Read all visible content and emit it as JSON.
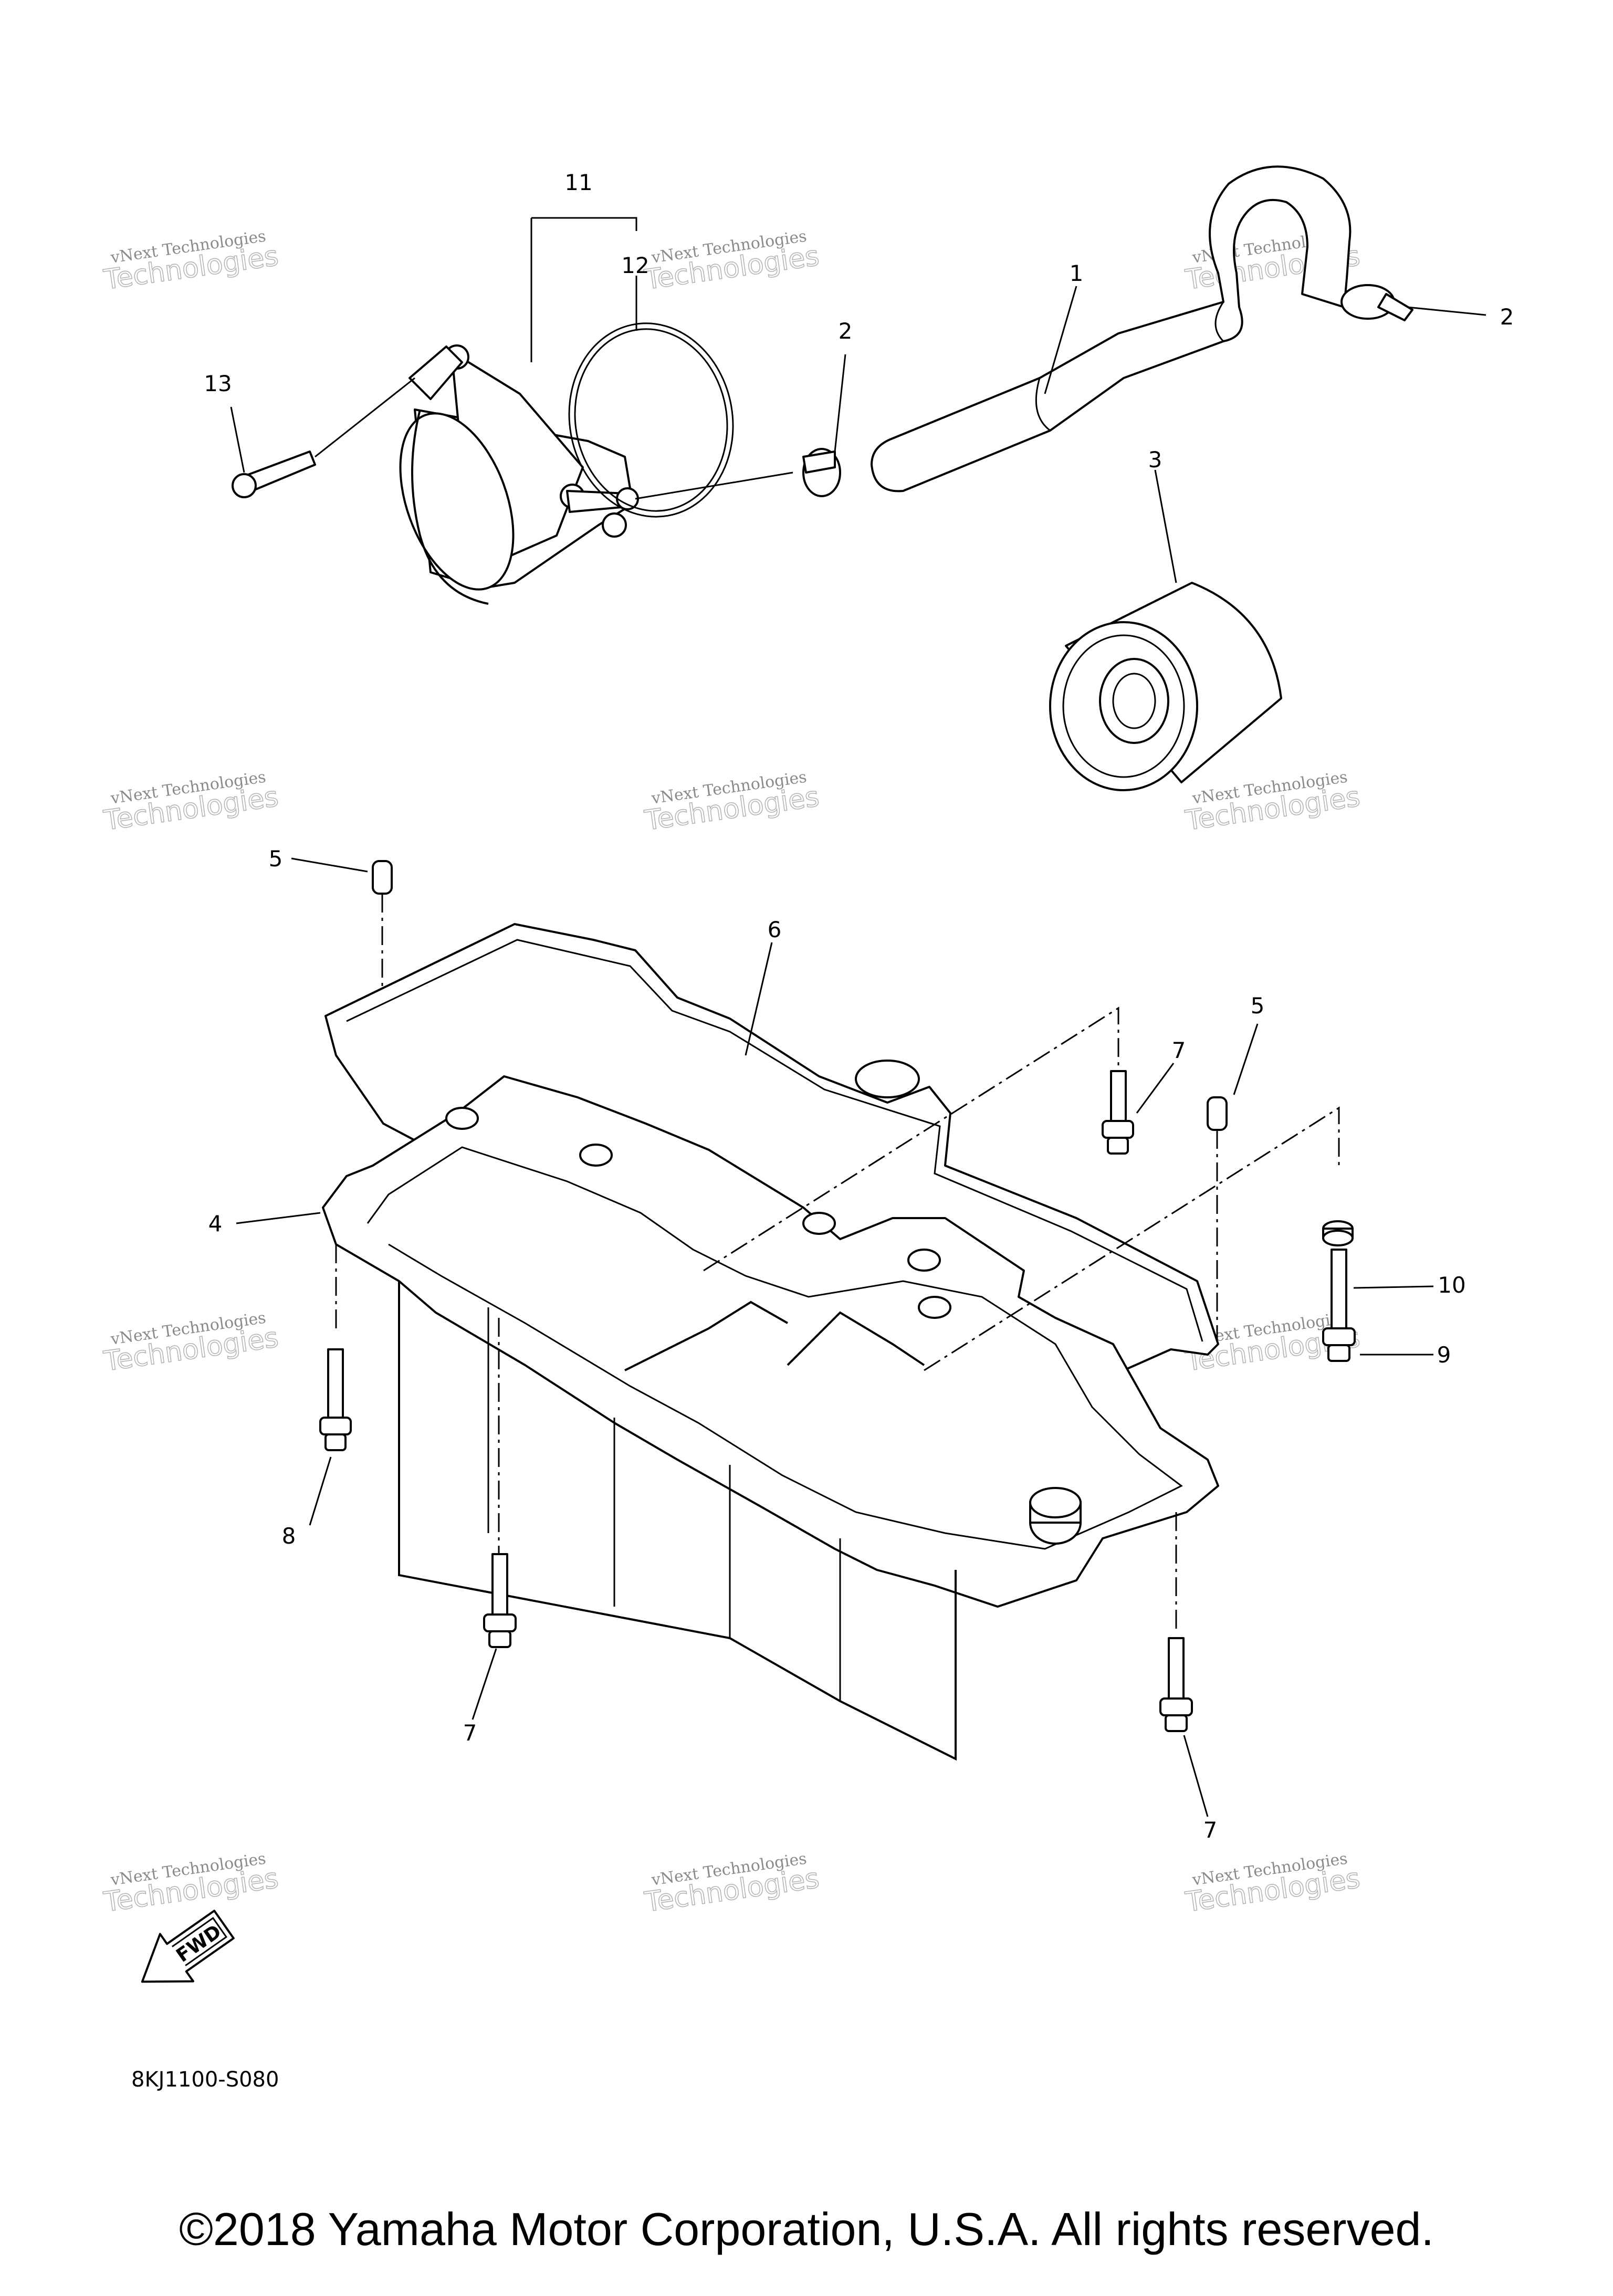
{
  "callouts": [
    "1",
    "2",
    "2",
    "3",
    "4",
    "5",
    "5",
    "6",
    "7",
    "7",
    "7",
    "8",
    "9",
    "10",
    "11",
    "12",
    "13"
  ],
  "fwd_label": "FWD",
  "diagram_code": "8KJ1100-S080",
  "copyright": "©2018 Yamaha Motor Corporation, U.S.A. All rights reserved.",
  "watermark": {
    "line1": "vNext Technologies",
    "line2": "Technologies"
  }
}
